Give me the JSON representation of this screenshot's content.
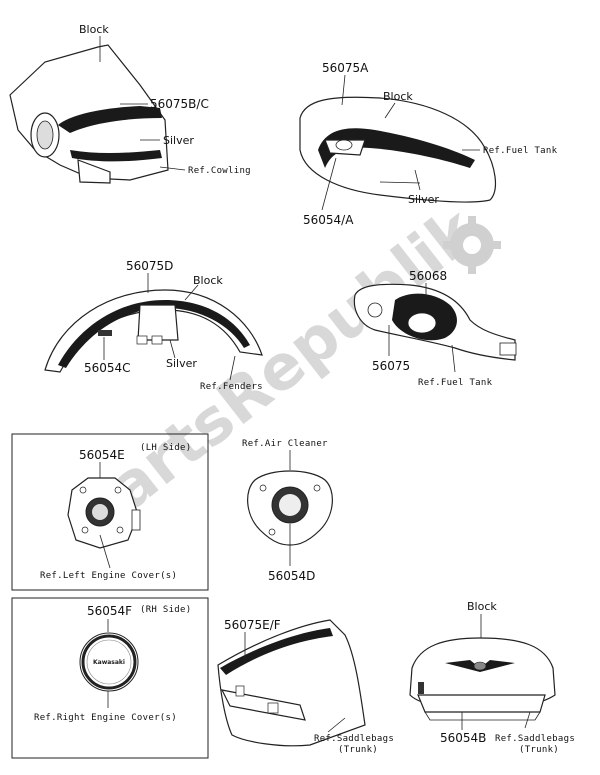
{
  "watermark": "PartsRepublik",
  "labels": {
    "cowling_block": "Block",
    "cowling_part": "56075B/C",
    "cowling_silver": "Silver",
    "cowling_ref": "Ref.Cowling",
    "tank_part_top": "56075A",
    "tank_block": "Block",
    "tank_ref": "Ref.Fuel Tank",
    "tank_silver": "Silver",
    "tank_part_emblem": "56054/A",
    "fender_part": "56075D",
    "fender_block": "Block",
    "fender_part_c": "56054C",
    "fender_silver": "Silver",
    "fender_ref": "Ref.Fenders",
    "tank2_part_a": "56068",
    "tank2_part_b": "56075",
    "tank2_ref": "Ref.Fuel Tank",
    "lh_part": "56054E",
    "lh_side": "(LH Side)",
    "lh_ref": "Ref.Left Engine Cover(s)",
    "air_ref": "Ref.Air Cleaner",
    "air_part": "56054D",
    "rh_part": "56054F",
    "rh_side": "(RH Side)",
    "rh_ref": "Ref.Right Engine Cover(s)",
    "saddle_part": "56075E/F",
    "saddle_ref_1": "Ref.Saddlebags",
    "saddle_ref_2": "(Trunk)",
    "trunk_block": "Block",
    "trunk_part": "56054B",
    "trunk_ref_1": "Ref.Saddlebags",
    "trunk_ref_2": "(Trunk)",
    "emblem_text": "Kawasaki"
  }
}
